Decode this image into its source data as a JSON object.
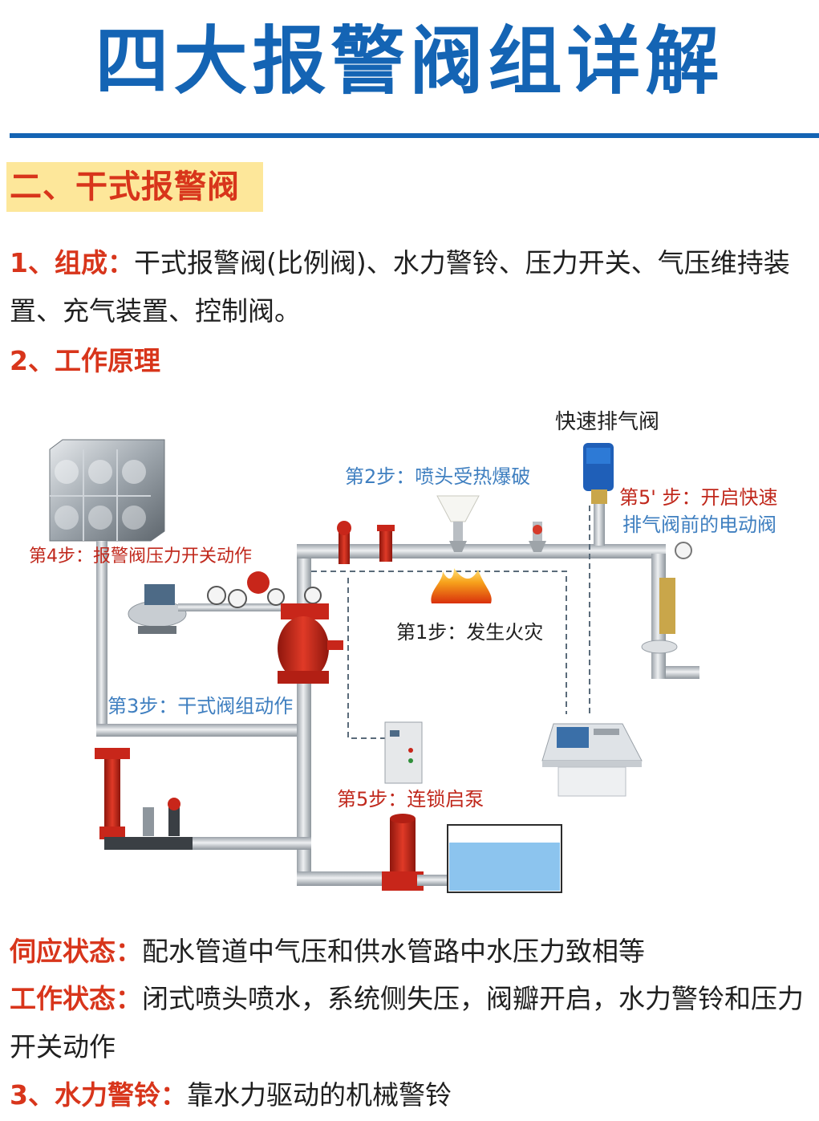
{
  "title": "四大报警阀组详解",
  "section": "二、干式报警阀",
  "composition": {
    "label": "1、组成：",
    "text": "干式报警阀(比例阀)、水力警铃、压力开关、气压维持装置、充气装置、控制阀。"
  },
  "principle_heading": "2、工作原理",
  "diagram": {
    "label_quick_exhaust": "快速排气阀",
    "step2": "第2步：喷头受热爆破",
    "step5b_line1": "第5' 步：开启快速",
    "step5b_line2": "排气阀前的电动阀",
    "step4": "第4步：报警阀压力开关动作",
    "step1": "第1步：发生火灾",
    "step3": "第3步：干式阀组动作",
    "step5": "第5步：连锁启泵",
    "colors": {
      "pipe": "#cfd3d8",
      "pipe_edge": "#9aa1a8",
      "valve_red": "#c8261a",
      "step_blue": "#3f7fc0",
      "step_red": "#c0281c",
      "water": "#8cc4ee"
    }
  },
  "standby": {
    "label": "伺应状态：",
    "text": "配水管道中气压和供水管路中水压力致相等"
  },
  "working": {
    "label": "工作状态：",
    "text": "闭式喷头喷水，系统侧失压，阀瓣开启，水力警铃和压力开关动作"
  },
  "bell": {
    "label": "3、水力警铃：",
    "text": "靠水力驱动的机械警铃"
  }
}
